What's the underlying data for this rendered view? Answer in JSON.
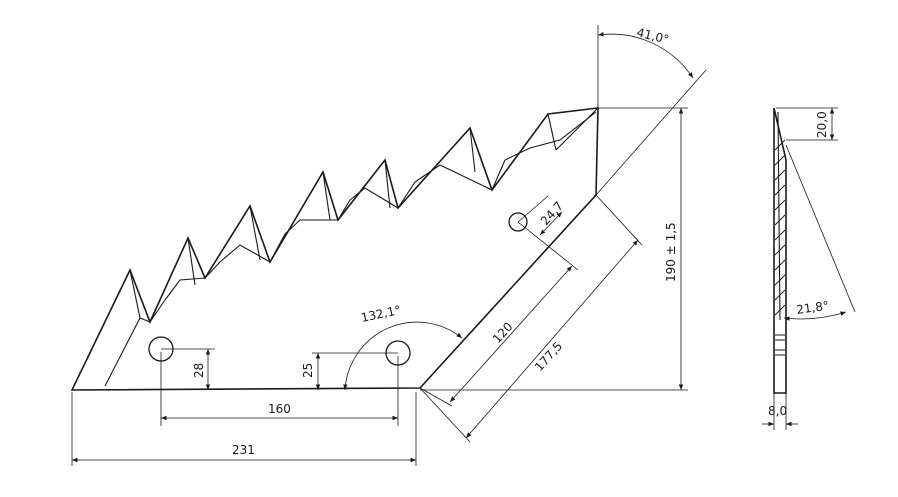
{
  "drawing": {
    "colors": {
      "line": "#1a1a1a",
      "background": "#ffffff"
    },
    "dimensions": {
      "width_231": "231",
      "hole_spacing_160": "160",
      "hole_height_28": "28",
      "hole_height_25": "25",
      "angle_132": "132,1°",
      "edge_120": "120",
      "edge_177": "177,5",
      "hole_offset_24": "24,7",
      "height_190": "190 ± 1,5",
      "angle_41": "41,0°",
      "side_20": "20,0",
      "side_angle": "21,8°",
      "thickness": "8,0"
    }
  }
}
